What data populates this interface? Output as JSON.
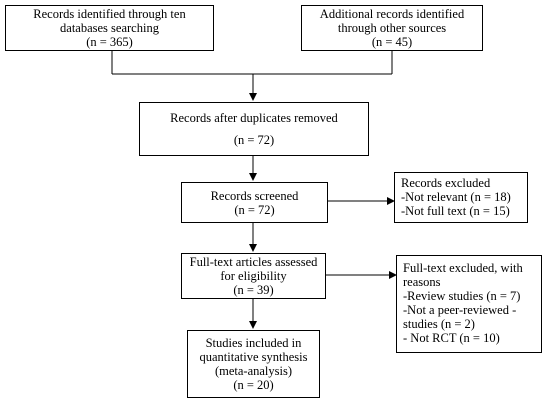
{
  "boxes": {
    "identified_databases": {
      "lines": [
        "Records identified through ten",
        "databases searching",
        "(n = 365)"
      ]
    },
    "identified_other": {
      "lines": [
        "Additional records identified",
        "through other sources",
        "(n = 45)"
      ]
    },
    "after_duplicates": {
      "lines": [
        "Records after duplicates removed",
        "(n = 72)"
      ]
    },
    "screened": {
      "lines": [
        "Records screened",
        "(n = 72)"
      ]
    },
    "excluded": {
      "lines": [
        "Records excluded",
        "-Not relevant (n = 18)",
        "-Not full text (n = 15)"
      ]
    },
    "fulltext_assessed": {
      "lines": [
        "Full-text articles assessed",
        "for eligibility",
        "(n = 39)"
      ]
    },
    "fulltext_excluded": {
      "lines": [
        "Full-text excluded, with",
        "reasons",
        "-Review studies (n = 7)",
        "-Not a peer-reviewed -",
        "studies (n = 2)",
        "- Not RCT (n = 10)"
      ]
    },
    "included": {
      "lines": [
        "Studies included in",
        "quantitative synthesis",
        "(meta-analysis)",
        "(n = 20)"
      ]
    }
  }
}
